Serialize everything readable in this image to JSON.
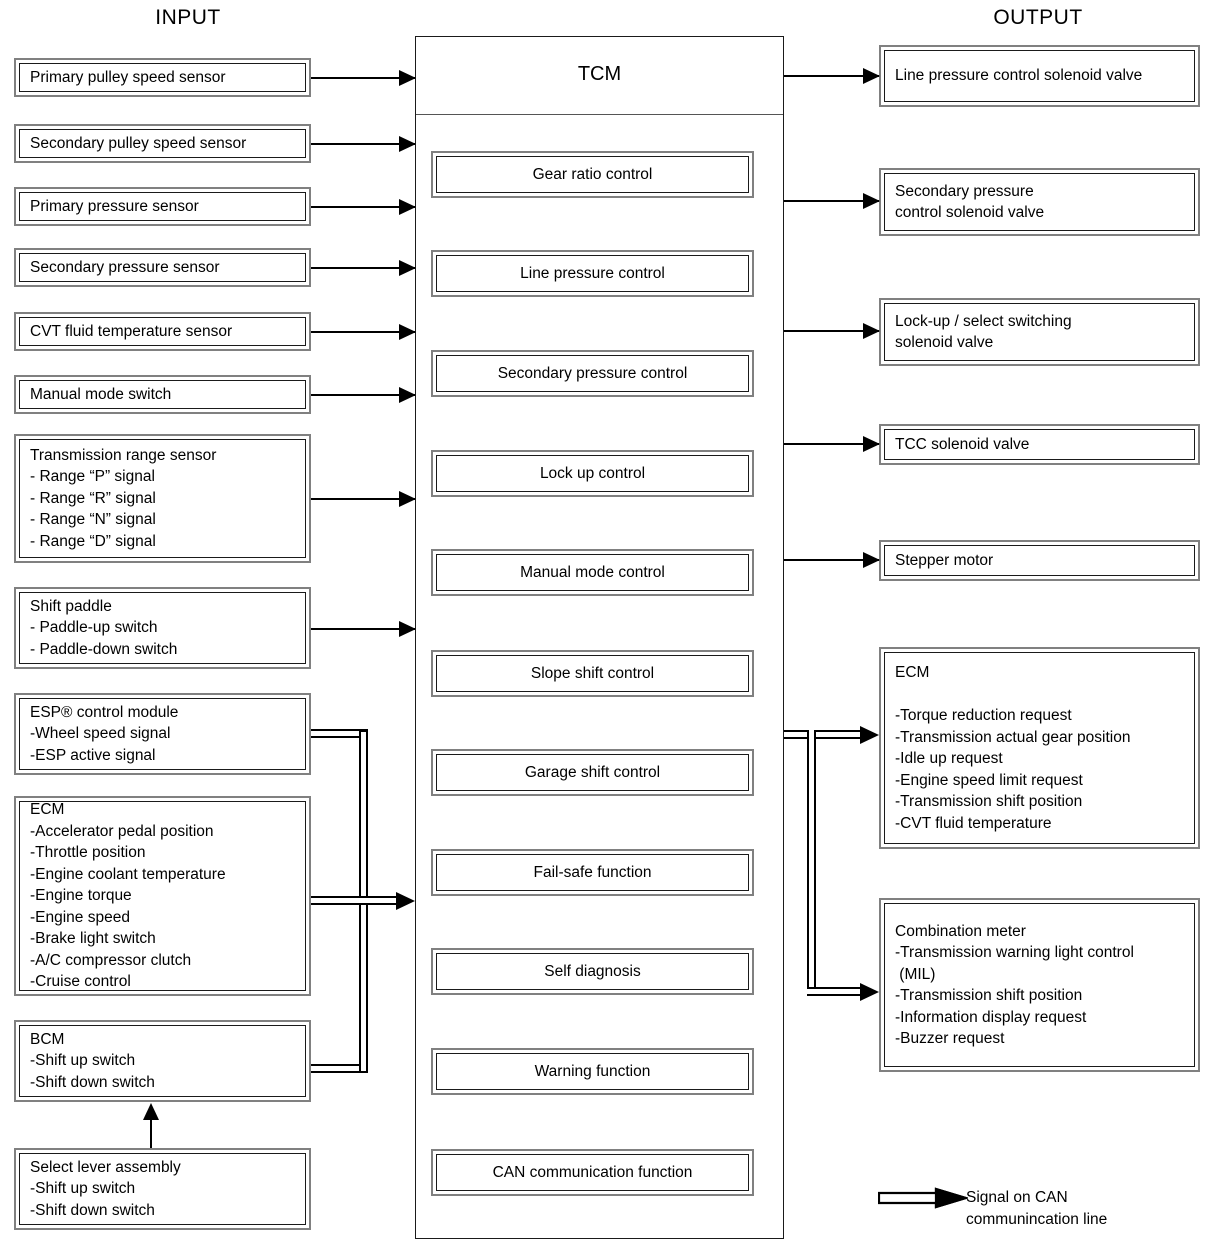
{
  "headings": {
    "input": "INPUT",
    "output": "OUTPUT"
  },
  "tcm": {
    "title": "TCM",
    "functions": [
      {
        "label": "Gear ratio control"
      },
      {
        "label": "Line pressure control"
      },
      {
        "label": "Secondary pressure control"
      },
      {
        "label": "Lock up control"
      },
      {
        "label": "Manual mode control"
      },
      {
        "label": "Slope shift control"
      },
      {
        "label": "Garage shift control"
      },
      {
        "label": "Fail-safe function"
      },
      {
        "label": "Self diagnosis"
      },
      {
        "label": "Warning function"
      },
      {
        "label": "CAN communication function"
      }
    ]
  },
  "input_items": [
    {
      "label": "Primary pulley speed sensor",
      "link": "direct"
    },
    {
      "label": "Secondary pulley speed sensor",
      "link": "direct"
    },
    {
      "label": "Primary pressure sensor",
      "link": "direct"
    },
    {
      "label": "Secondary pressure sensor",
      "link": "direct"
    },
    {
      "label": "CVT fluid temperature sensor",
      "link": "direct"
    },
    {
      "label": "Manual mode switch",
      "link": "direct"
    },
    {
      "label": "Transmission range sensor\n- Range “P” signal\n- Range “R” signal\n- Range “N” signal\n- Range “D” signal",
      "link": "direct"
    },
    {
      "label": "Shift paddle\n- Paddle-up switch\n- Paddle-down switch",
      "link": "direct"
    },
    {
      "label": "ESP® control module\n-Wheel speed signal\n-ESP active signal",
      "link": "can"
    },
    {
      "label": "ECM\n-Accelerator pedal position\n-Throttle position\n-Engine coolant temperature\n-Engine torque\n-Engine speed\n-Brake light switch\n-A/C compressor clutch\n-Cruise control",
      "link": "can"
    },
    {
      "label": "BCM\n-Shift up switch\n-Shift down switch",
      "link": "can"
    },
    {
      "label": "Select lever assembly\n-Shift up switch\n-Shift down switch",
      "link": "to-bcm"
    }
  ],
  "output_items": [
    {
      "label": "Line pressure control solenoid valve",
      "link": "direct"
    },
    {
      "label": "Secondary pressure\ncontrol solenoid valve",
      "link": "direct"
    },
    {
      "label": "Lock-up / select switching\nsolenoid valve",
      "link": "direct"
    },
    {
      "label": "TCC solenoid valve",
      "link": "direct"
    },
    {
      "label": "Stepper motor",
      "link": "direct"
    },
    {
      "label": "ECM\n\n-Torque reduction request\n-Transmission actual gear position\n-Idle up request\n-Engine speed limit request\n-Transmission shift position\n-CVT fluid temperature",
      "link": "can"
    },
    {
      "label": "Combination meter\n-Transmission warning light control\n (MIL)\n-Transmission shift position\n-Information display request\n-Buzzer request",
      "link": "can"
    }
  ],
  "legend": {
    "text": "Signal on CAN\ncommunincation line"
  },
  "colors": {
    "line": "#000000",
    "box_outer_border": "#808080",
    "box_inner_border": "#1a1a1a",
    "background": "#ffffff"
  }
}
